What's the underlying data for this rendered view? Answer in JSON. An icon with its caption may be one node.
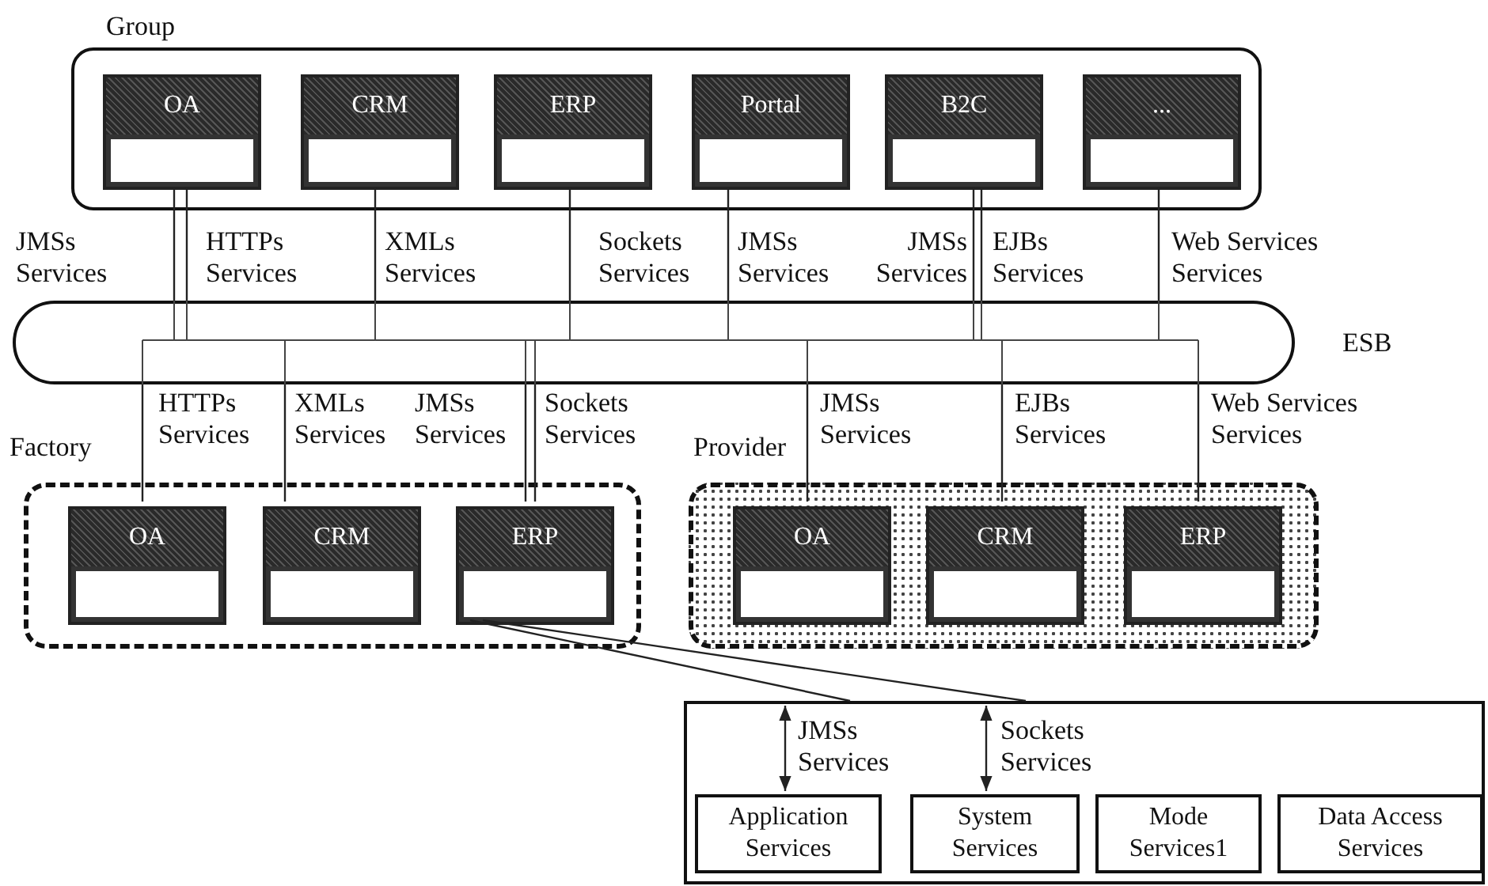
{
  "diagram": {
    "nodes": [
      {
        "text": [
          "Group"
        ]
      },
      {
        "text": [
          "OA"
        ],
        "in": 0
      },
      {
        "text": [
          "CRM"
        ],
        "in": 0
      },
      {
        "text": [
          "ERP"
        ],
        "in": 0
      },
      {
        "text": [
          "Portal"
        ],
        "in": 0
      },
      {
        "text": [
          "B2C"
        ],
        "in": 0
      },
      {
        "text": [
          "..."
        ],
        "in": 0
      },
      {
        "text": [
          "ESB"
        ]
      },
      {
        "text": [
          "Factory"
        ]
      },
      {
        "text": [
          "OA"
        ],
        "in": 8
      },
      {
        "text": [
          "CRM"
        ],
        "in": 8
      },
      {
        "text": [
          "ERP"
        ],
        "in": 8
      },
      {
        "text": [
          "Provider"
        ]
      },
      {
        "text": [
          "OA"
        ],
        "in": 12
      },
      {
        "text": [
          "CRM"
        ],
        "in": 12
      },
      {
        "text": [
          "ERP"
        ],
        "in": 12
      },
      {
        "text": [],
        "shape": "box"
      },
      {
        "text": [
          "Application Services"
        ],
        "in": 16
      },
      {
        "text": [
          "System Services"
        ],
        "in": 16
      },
      {
        "text": [
          "Mode Services1"
        ],
        "in": 16
      },
      {
        "text": [
          "Data Access Services"
        ],
        "in": 16
      }
    ],
    "edges": [
      {
        "from": 1,
        "to": 7,
        "arrow": "none",
        "label": "JMSs Services"
      },
      {
        "from": 1,
        "to": 7,
        "arrow": "none",
        "label": "HTTPs Services"
      },
      {
        "from": 2,
        "to": 7,
        "arrow": "none",
        "label": "XMLs Services"
      },
      {
        "from": 3,
        "to": 7,
        "arrow": "none",
        "label": "Sockets Services"
      },
      {
        "from": 4,
        "to": 7,
        "arrow": "none",
        "label": "JMSs Services"
      },
      {
        "from": 5,
        "to": 7,
        "arrow": "none",
        "label": "JMSs Services"
      },
      {
        "from": 5,
        "to": 7,
        "arrow": "none",
        "label": "EJBs Services"
      },
      {
        "from": 6,
        "to": 7,
        "arrow": "none",
        "label": "Web Services Services"
      },
      {
        "from": 7,
        "to": 9,
        "arrow": "none",
        "label": "HTTPs Services"
      },
      {
        "from": 7,
        "to": 10,
        "arrow": "none",
        "label": "XMLs Services"
      },
      {
        "from": 7,
        "to": 11,
        "arrow": "none",
        "label": "JMSs Services"
      },
      {
        "from": 7,
        "to": 11,
        "arrow": "none",
        "label": "Sockets Services"
      },
      {
        "from": 7,
        "to": 13,
        "arrow": "none",
        "label": "JMSs Services"
      },
      {
        "from": 7,
        "to": 14,
        "arrow": "none",
        "label": "EJBs Services"
      },
      {
        "from": 7,
        "to": 15,
        "arrow": "none",
        "label": "Web Services Services"
      },
      {
        "from": 11,
        "to": 16,
        "arrow": "none"
      },
      {
        "from": 11,
        "to": 16,
        "arrow": "none"
      },
      {
        "from": 16,
        "to": 17,
        "arrow": "both",
        "label": "JMSs Services"
      },
      {
        "from": 16,
        "to": 18,
        "arrow": "both",
        "label": "Sockets Services"
      }
    ]
  }
}
